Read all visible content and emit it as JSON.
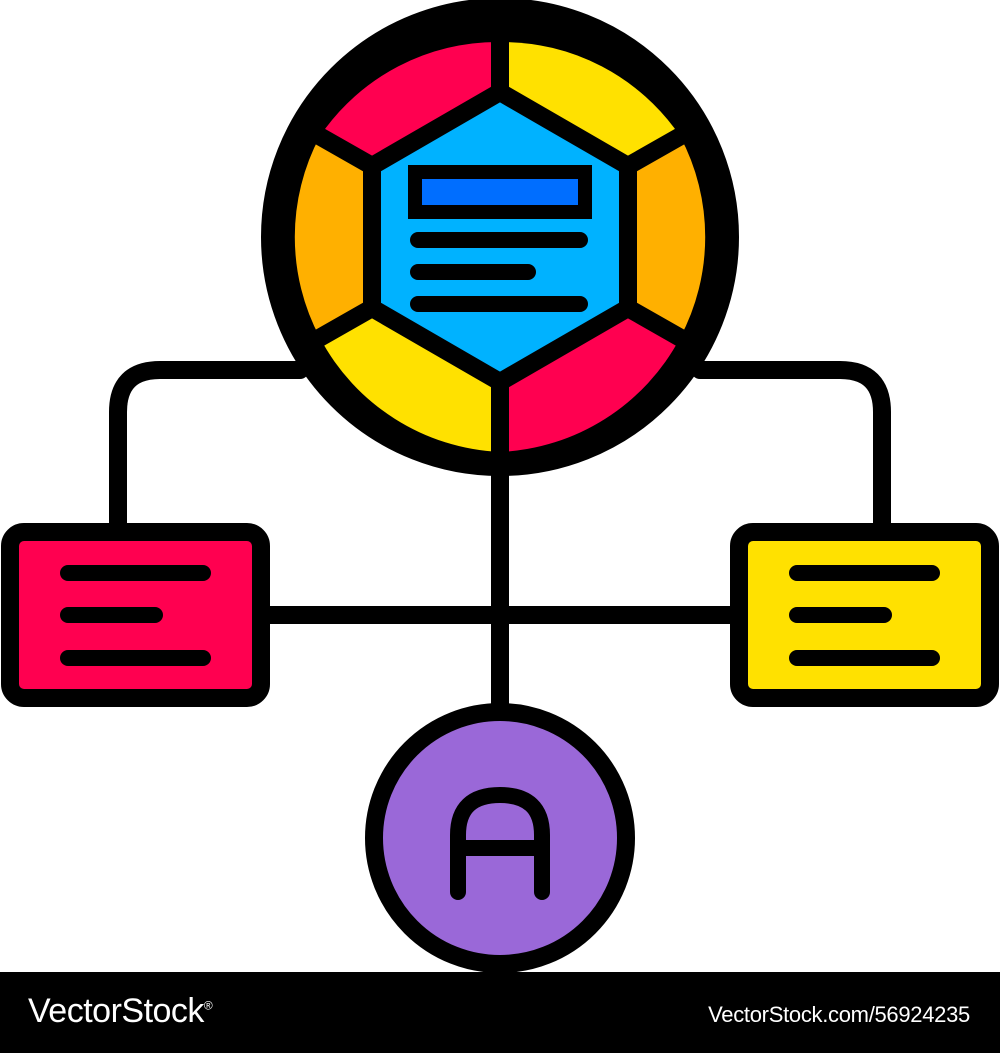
{
  "diagram": {
    "center_badge": {
      "icon": "document-icon",
      "colors": [
        "#ff0050",
        "#ffe100",
        "#ffb000",
        "#00b2ff"
      ],
      "header_bar_color": "#006eff"
    },
    "left_card": {
      "icon": "text-lines-icon",
      "color": "#ff0050"
    },
    "right_card": {
      "icon": "text-lines-icon",
      "color": "#ffe100"
    },
    "bottom_node": {
      "letter": "A",
      "color": "#9a68d8"
    },
    "stroke_color": "#000000"
  },
  "footer": {
    "brand": "VectorStock",
    "brand_mark": "®",
    "stock_id": "VectorStock.com/56924235"
  }
}
